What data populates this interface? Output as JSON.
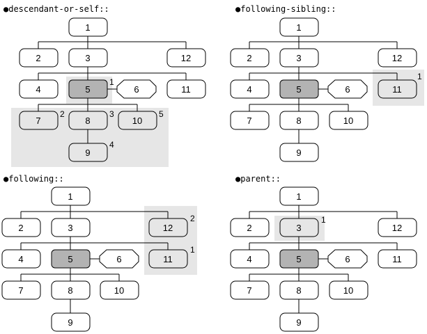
{
  "colors": {
    "highlight": "#e6e6e6",
    "context_fill": "#b3b3b3",
    "stroke": "#000000"
  },
  "panels": [
    {
      "title": "●descendant-or-self::",
      "nodes": {
        "1": {
          "label": "1"
        },
        "2": {
          "label": "2"
        },
        "3": {
          "label": "3"
        },
        "12": {
          "label": "12"
        },
        "4": {
          "label": "4"
        },
        "5": {
          "label": "5",
          "context": true,
          "index": "1"
        },
        "6": {
          "label": "6"
        },
        "11": {
          "label": "11"
        },
        "7": {
          "label": "7",
          "index": "2"
        },
        "8": {
          "label": "8",
          "index": "3"
        },
        "10": {
          "label": "10",
          "index": "5"
        },
        "9": {
          "label": "9",
          "index": "4"
        }
      }
    },
    {
      "title": "●following-sibling::",
      "nodes": {
        "1": {
          "label": "1"
        },
        "2": {
          "label": "2"
        },
        "3": {
          "label": "3"
        },
        "12": {
          "label": "12"
        },
        "4": {
          "label": "4"
        },
        "5": {
          "label": "5",
          "context": true
        },
        "6": {
          "label": "6"
        },
        "11": {
          "label": "11",
          "index": "1"
        },
        "7": {
          "label": "7"
        },
        "8": {
          "label": "8"
        },
        "10": {
          "label": "10"
        },
        "9": {
          "label": "9"
        }
      }
    },
    {
      "title": "●following::",
      "nodes": {
        "1": {
          "label": "1"
        },
        "2": {
          "label": "2"
        },
        "3": {
          "label": "3"
        },
        "12": {
          "label": "12",
          "index": "2"
        },
        "4": {
          "label": "4"
        },
        "5": {
          "label": "5",
          "context": true
        },
        "6": {
          "label": "6"
        },
        "11": {
          "label": "11",
          "index": "1"
        },
        "7": {
          "label": "7"
        },
        "8": {
          "label": "8"
        },
        "10": {
          "label": "10"
        },
        "9": {
          "label": "9"
        }
      }
    },
    {
      "title": "●parent::",
      "nodes": {
        "1": {
          "label": "1"
        },
        "2": {
          "label": "2"
        },
        "3": {
          "label": "3",
          "index": "1"
        },
        "12": {
          "label": "12"
        },
        "4": {
          "label": "4"
        },
        "5": {
          "label": "5",
          "context": true
        },
        "6": {
          "label": "6"
        },
        "11": {
          "label": "11"
        },
        "7": {
          "label": "7"
        },
        "8": {
          "label": "8"
        },
        "10": {
          "label": "10"
        },
        "9": {
          "label": "9"
        }
      }
    }
  ]
}
